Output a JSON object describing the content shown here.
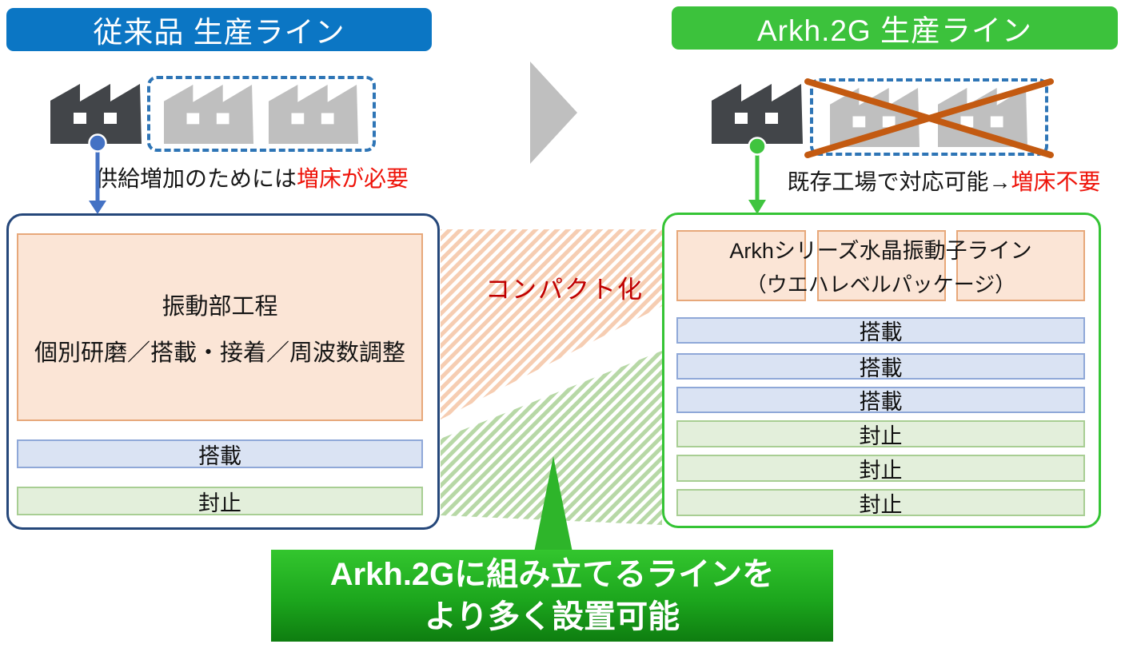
{
  "left_column": {
    "header": "従来品 生産ライン",
    "caption_black": "供給増加のためには",
    "caption_red": "増床が必要",
    "process_title": "振動部工程",
    "process_detail": "個別研磨／搭載・接着／周波数調整",
    "bars": [
      "搭載",
      "封止"
    ]
  },
  "right_column": {
    "header": "Arkh.2G 生産ライン",
    "caption_black": "既存工場で対応可能→",
    "caption_red": "増床不要",
    "line_title": "Arkhシリーズ水晶振動子ライン",
    "line_subtitle": "（ウエハレベルパッケージ）",
    "bars": [
      "搭載",
      "搭載",
      "搭載",
      "封止",
      "封止",
      "封止"
    ]
  },
  "middle": {
    "compact_label": "コンパクト化"
  },
  "banner": {
    "line1": "Arkh.2Gに組み立てるラインを",
    "line2": "より多く設置可能"
  },
  "icons": {
    "factory-icon": "factory silhouette with sawtooth roof and two windows",
    "right-arrow-icon": "solid right-pointing triangle",
    "down-arrow-connector": "dot + vertical line + arrowhead",
    "x-cross-icon": "orange diagonal cross over spare factories",
    "callout-pointer": "green triangle pointer from banner to diagram"
  },
  "palette": {
    "header_blue": "#0b76c4",
    "header_green": "#3cc23c",
    "box_navy_border": "#25477a",
    "box_green_border": "#35c435",
    "dashed_blue": "#2e75b6",
    "connector_blue": "#4472c4",
    "connector_green": "#3fc43f",
    "orange_fill": "#fbe5d6",
    "orange_border": "#e7a87a",
    "blue_bar_fill": "#dae3f3",
    "blue_bar_border": "#8fa8d8",
    "green_bar_fill": "#e3efdb",
    "green_bar_border": "#a8ce93",
    "factory_dark": "#424549",
    "factory_gray": "#bfbfbf",
    "cross_orange": "#c35a11",
    "hatch_orange": "#f6cdb2",
    "hatch_green": "#b7d8a6",
    "caption_red": "#ee1309",
    "compact_dark_red": "#c00000",
    "gray_arrow": "#bfbfbf",
    "banner_top": "#33c62e",
    "banner_bottom": "#0e7d10"
  }
}
